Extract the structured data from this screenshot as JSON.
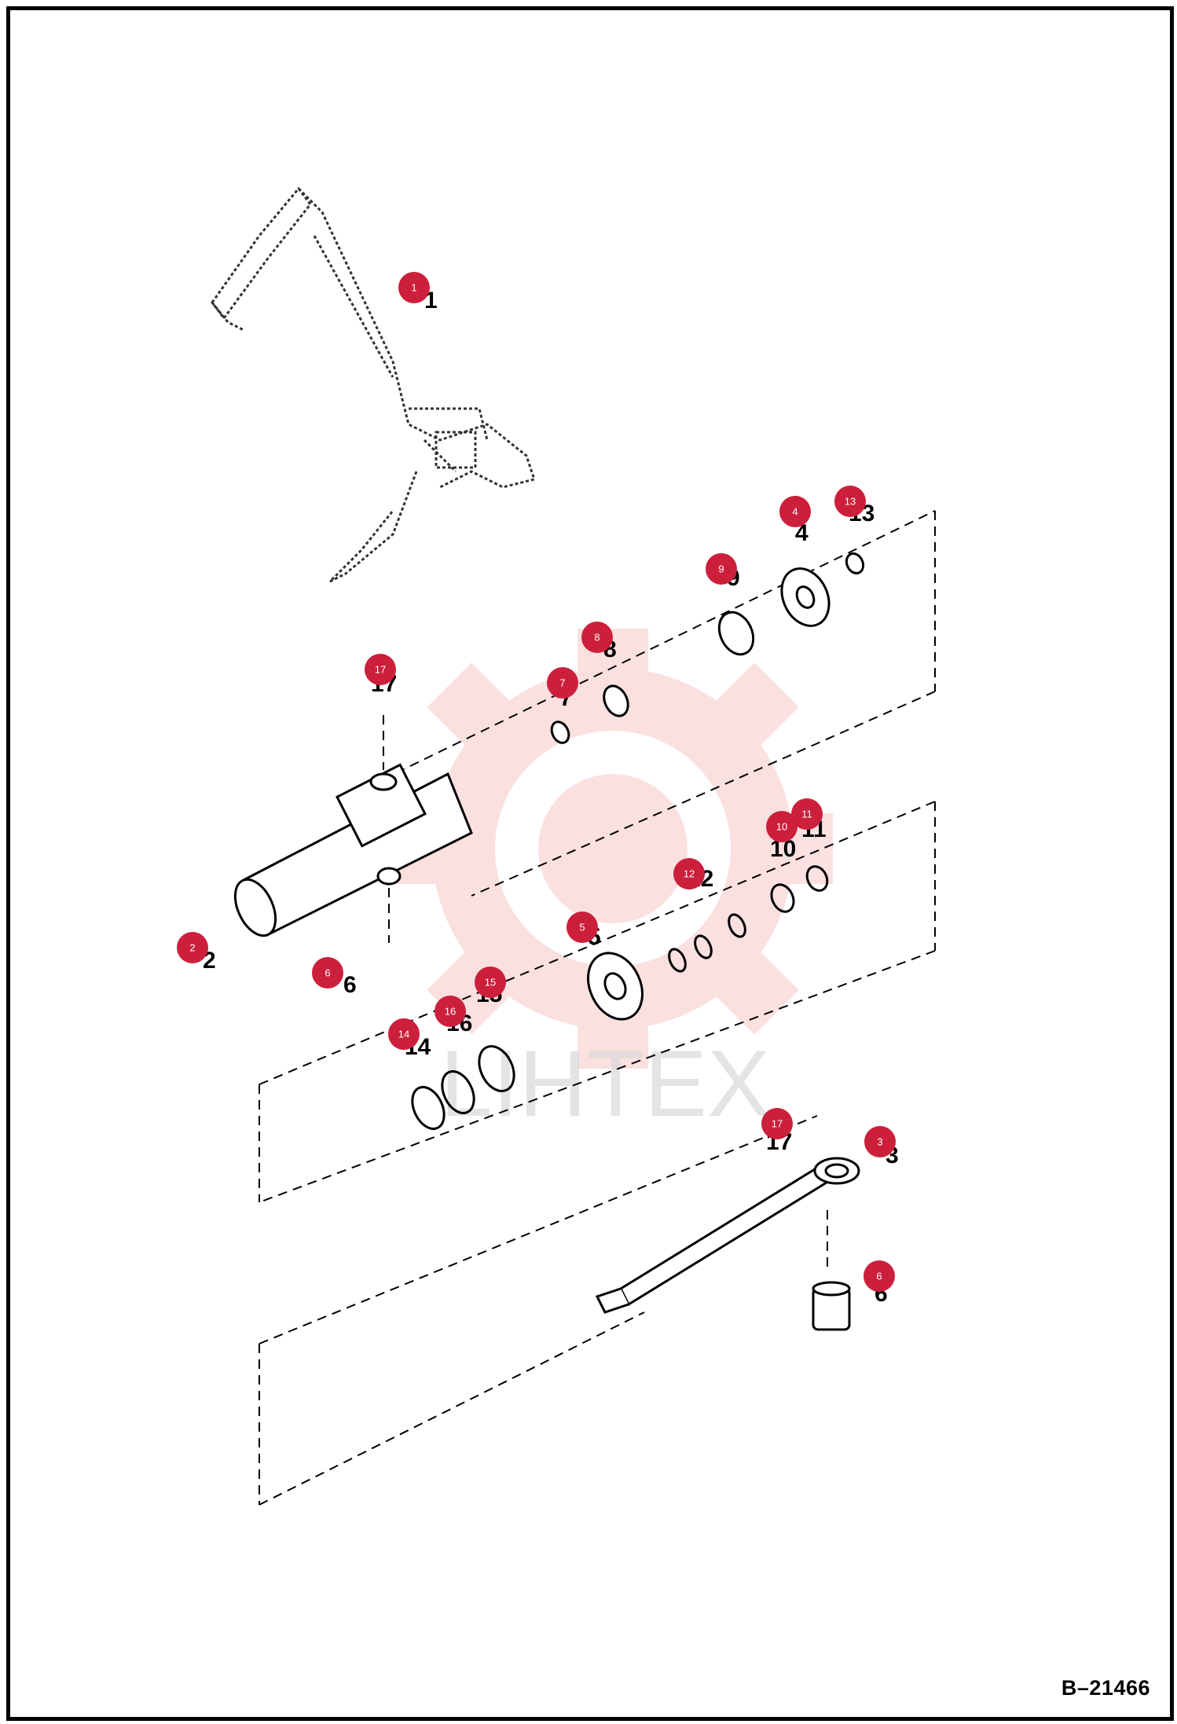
{
  "watermark": {
    "text": "LIHTEX",
    "color": "#f4a9a9"
  },
  "drawing_number": "B–21466",
  "callout_color": "#cc1f3b",
  "callouts": [
    {
      "label": "1",
      "part": "1"
    },
    {
      "label": "2",
      "part": "2"
    },
    {
      "label": "3",
      "part": "3"
    },
    {
      "label": "4",
      "part": "4"
    },
    {
      "label": "5",
      "part": "5"
    },
    {
      "label": "6",
      "part": "6"
    },
    {
      "label": "6",
      "part": "6"
    },
    {
      "label": "7",
      "part": "7"
    },
    {
      "label": "8",
      "part": "8"
    },
    {
      "label": "9",
      "part": "9"
    },
    {
      "label": "10",
      "part": "10"
    },
    {
      "label": "11",
      "part": "11"
    },
    {
      "label": "12",
      "part": "12"
    },
    {
      "label": "13",
      "part": "13"
    },
    {
      "label": "14",
      "part": "14"
    },
    {
      "label": "15",
      "part": "15"
    },
    {
      "label": "16",
      "part": "16"
    },
    {
      "label": "17",
      "part": "17"
    },
    {
      "label": "17",
      "part": "17"
    }
  ]
}
